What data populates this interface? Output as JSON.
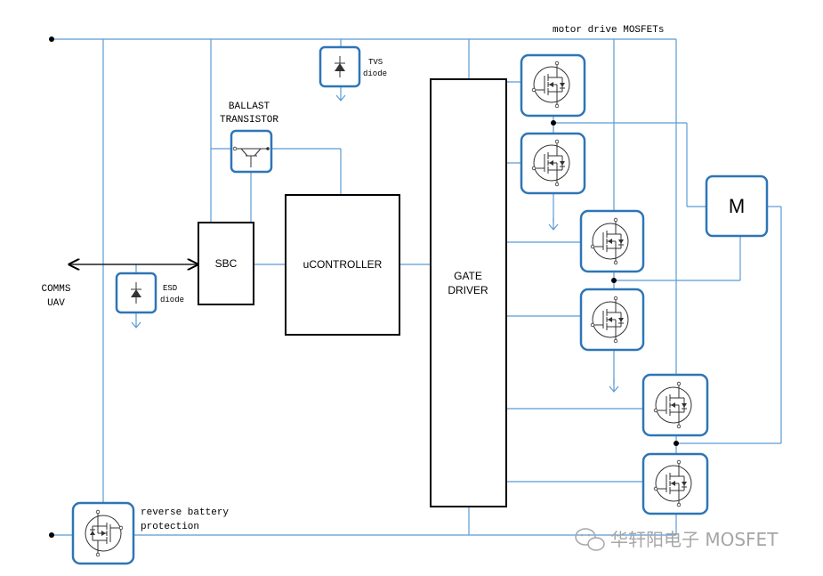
{
  "blocks": {
    "sbc": "SBC",
    "ucontroller": "uCONTROLLER",
    "gate_driver_line1": "GATE",
    "gate_driver_line2": "DRIVER",
    "motor": "M"
  },
  "labels": {
    "comms_line1": "COMMS",
    "comms_line2": "UAV",
    "esd_line1": "ESD",
    "esd_line2": "diode",
    "tvs_line1": "TVS",
    "tvs_line2": "diode",
    "ballast_line1": "BALLAST",
    "ballast_line2": "TRANSISTOR",
    "motor_drive": "motor drive  MOSFETs",
    "reverse_line1": "reverse battery",
    "reverse_line2": "protection"
  },
  "watermark": "华轩阳电子 MOSFET",
  "icons": {
    "esd": "diode-icon",
    "tvs": "diode-icon",
    "ballast": "transistor-icon",
    "mosfet": "mosfet-icon",
    "watermark": "wechat-icon"
  },
  "colors": {
    "wire": "#5b9bd5",
    "component_border": "#2e75b6",
    "block_border": "#000000"
  }
}
